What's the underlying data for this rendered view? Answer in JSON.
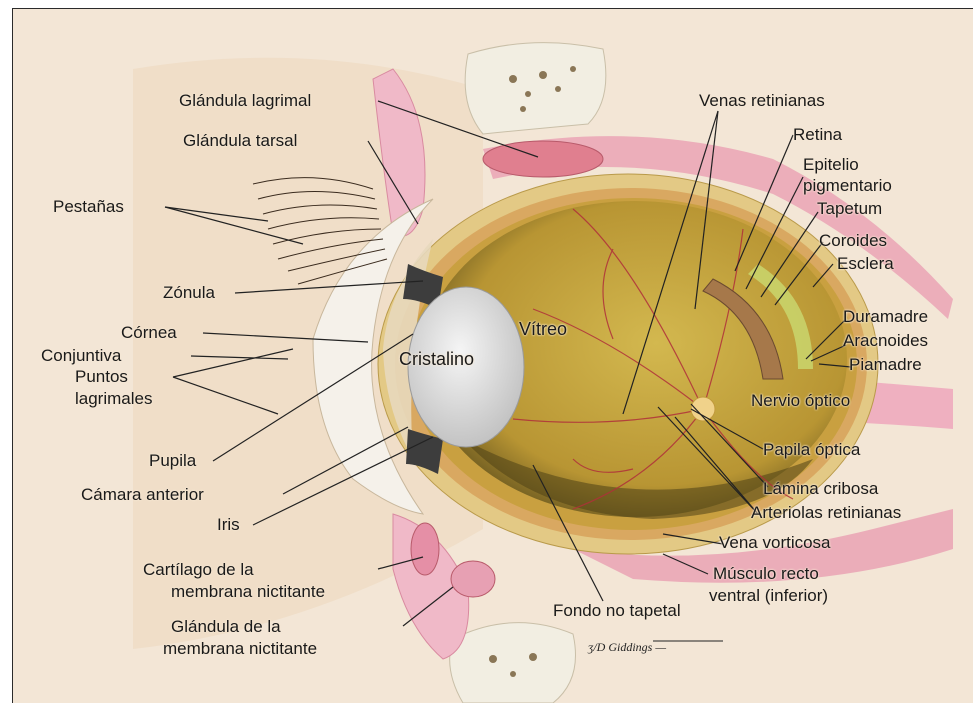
{
  "labels": {
    "glandula_lagrimal": "Glándula lagrimal",
    "glandula_tarsal": "Glándula tarsal",
    "pestanas": "Pestañas",
    "zonula": "Zónula",
    "cornea": "Córnea",
    "conjuntiva": "Conjuntiva",
    "puntos_lagrimales_1": "Puntos",
    "puntos_lagrimales_2": "lagrimales",
    "pupila": "Pupila",
    "camara_anterior": "Cámara anterior",
    "iris": "Iris",
    "cartilago_1": "Cartílago de la",
    "cartilago_2": "membrana nictitante",
    "glandula_membrana_1": "Glándula de la",
    "glandula_membrana_2": "membrana nictitante",
    "venas_retinianas": "Venas retinianas",
    "retina": "Retina",
    "epitelio_1": "Epitelio",
    "epitelio_2": "pigmentario",
    "tapetum": "Tapetum",
    "coroides": "Coroides",
    "esclera": "Esclera",
    "duramadre": "Duramadre",
    "aracnoides": "Aracnoides",
    "piamadre": "Piamadre",
    "nervio_optico": "Nervio óptico",
    "papila_optica": "Papila óptica",
    "lamina_cribosa": "Lámina cribosa",
    "arteriolas_retinianas": "Arteriolas retinianas",
    "vena_vorticosa": "Vena vorticosa",
    "musculo_1": "Músculo recto",
    "musculo_2": "ventral (inferior)",
    "fondo_no_tapetal": "Fondo no tapetal",
    "vitreo": "Vítreo",
    "cristalino": "Cristalino"
  },
  "colors": {
    "skin": "#f3e3cf",
    "lid_pink": "#e79ab1",
    "sclera_band": "#e8c77a",
    "vitreous": "#c2a33e",
    "fundus_dark": "#5a4a18",
    "lens": "#e6e6e6",
    "vessel": "#b0303a",
    "label_line": "#222222"
  }
}
